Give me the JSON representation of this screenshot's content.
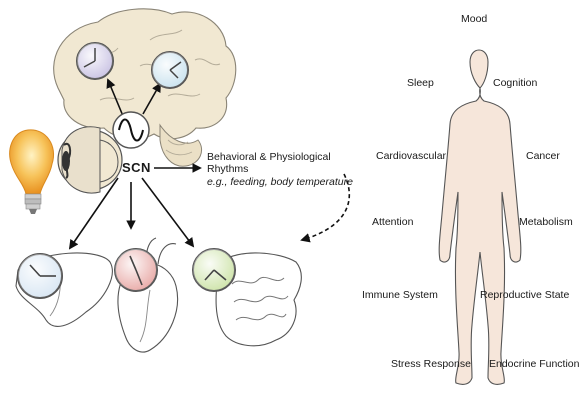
{
  "scn": {
    "label": "SCN"
  },
  "rhythms": {
    "title": "Behavioral & Physiological Rhythms",
    "examples": "e.g., feeding, body temperature"
  },
  "body_functions": {
    "mood": "Mood",
    "sleep": "Sleep",
    "cognition": "Cognition",
    "cardiovascular": "Cardiovascular",
    "cancer": "Cancer",
    "attention": "Attention",
    "metabolism": "Metabolism",
    "immune_system": "Immune System",
    "reproductive_state": "Reproductive State",
    "stress_response": "Stress Response",
    "endocrine_function": "Endocrine Function"
  },
  "colors": {
    "brain": "#f1e8d2",
    "skin": "#f6e6da",
    "bulb": "#f3a93a",
    "clock_purple": "#c9c2e3",
    "clock_blue": "#c9e2ee",
    "clock_liver": "#d8e6f3",
    "clock_heart": "#e8a9a6",
    "clock_gut": "#cde3a8"
  }
}
